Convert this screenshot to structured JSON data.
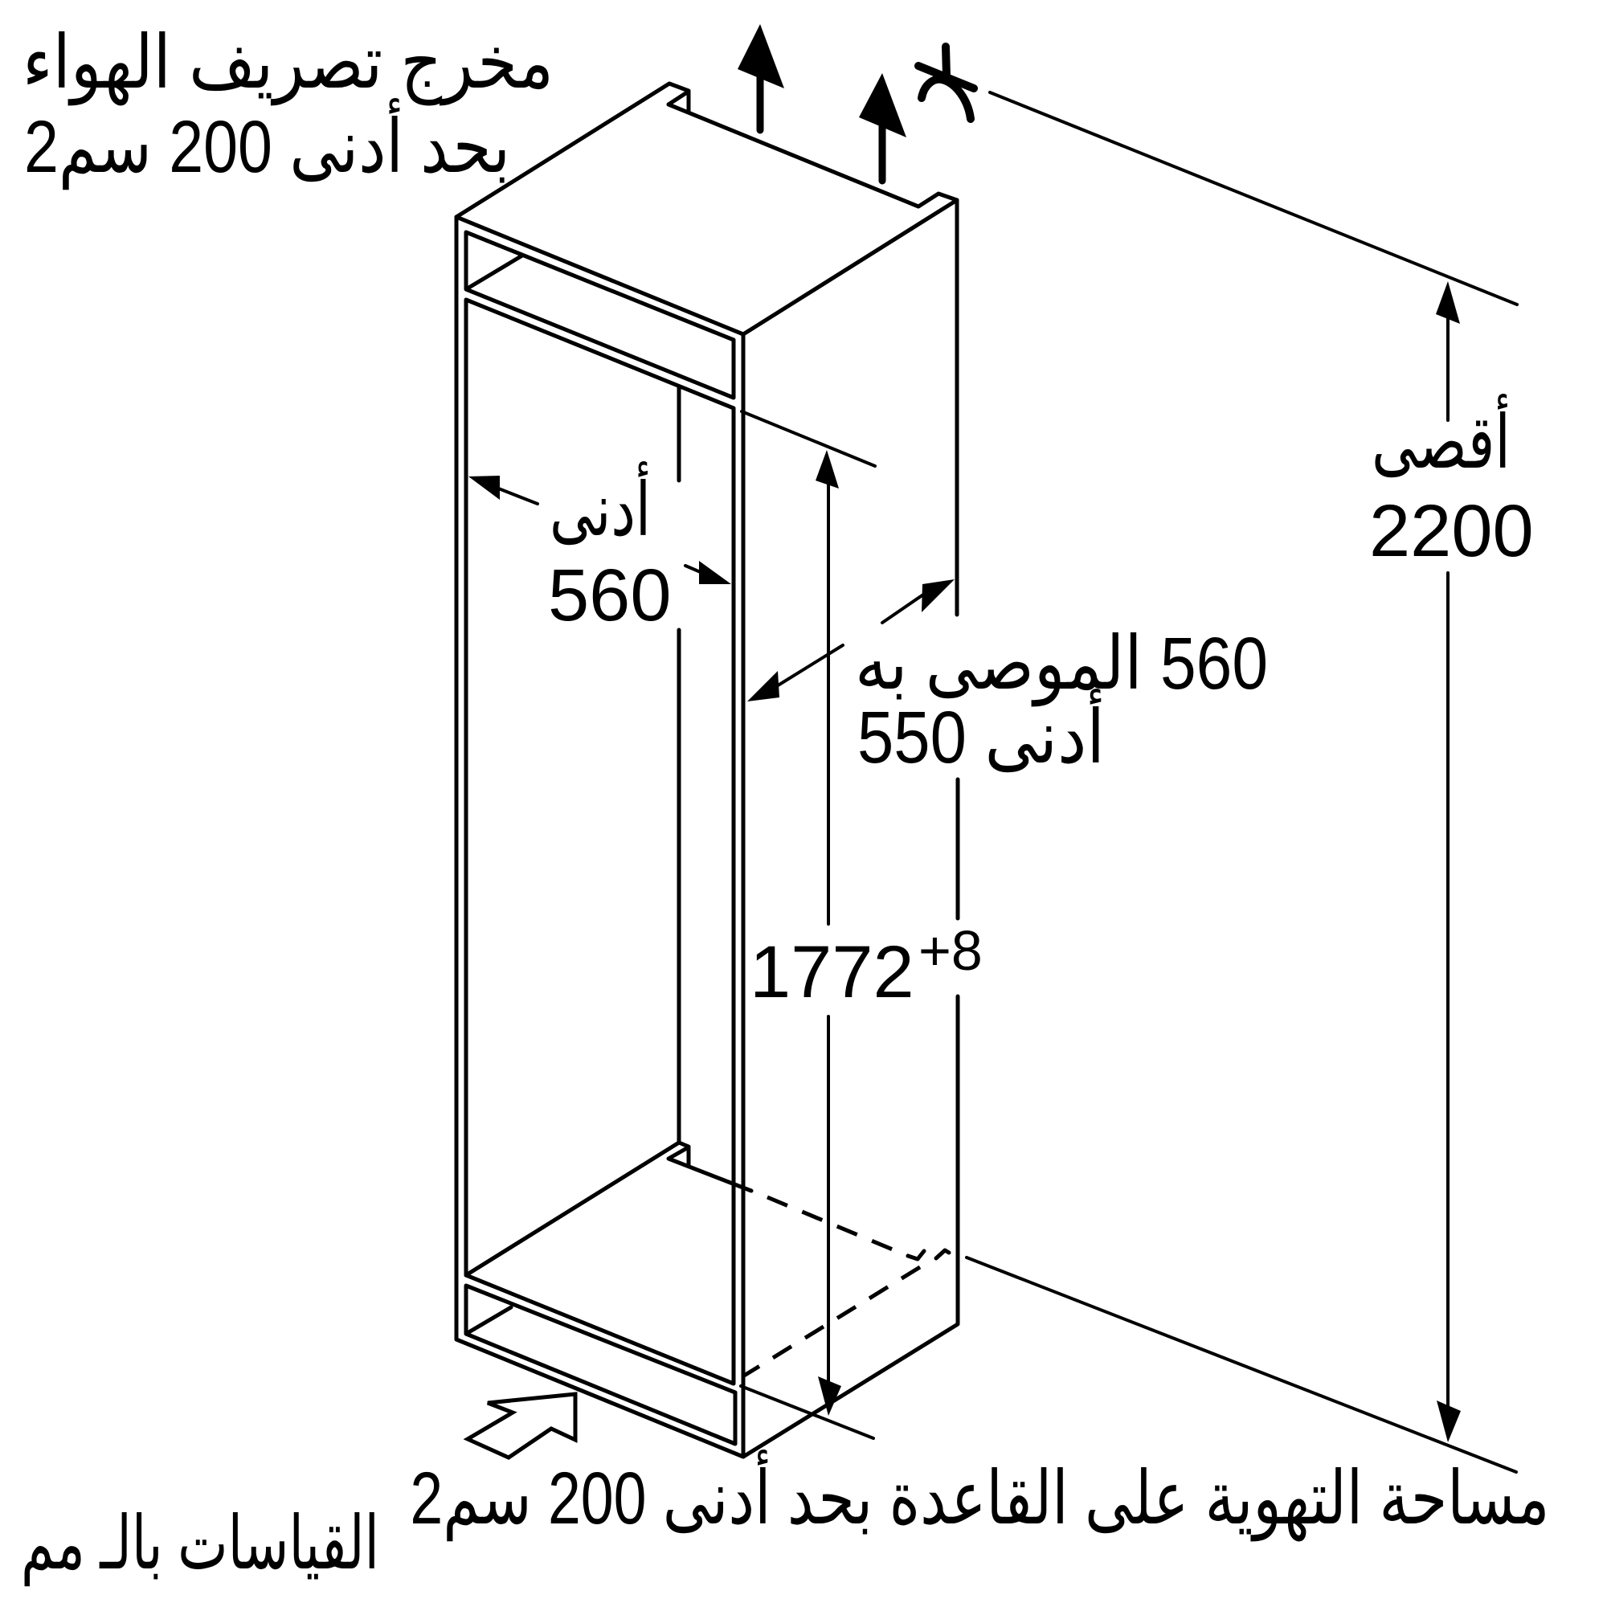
{
  "labels": {
    "air_outlet": {
      "line1": "مخرج تصريف الهواء",
      "line2": "بحد أدنى 200 سم2"
    },
    "niche_width": {
      "qualifier": "أدنى",
      "value": "560"
    },
    "niche_depth": {
      "recommended": "560 الموصى به",
      "minimum": "أدنى 550"
    },
    "niche_height": {
      "value": "1772",
      "tolerance": "+8"
    },
    "max_height": {
      "qualifier": "أقصى",
      "value": "2200"
    },
    "base_ventilation": "مساحة التهوية على القاعدة بحد أدنى 200 سم2",
    "units_note": "القياسات بالـ مم"
  },
  "icons": {
    "air_outlet_arrows": "arrow-up-icon",
    "air_intake_arrow": "hollow-arrow-icon",
    "ceiling_symbol": "ceiling-clearance-icon",
    "dimension_arrows": "arrowhead-icon"
  },
  "colors": {
    "line": "#000000",
    "background": "#ffffff"
  }
}
